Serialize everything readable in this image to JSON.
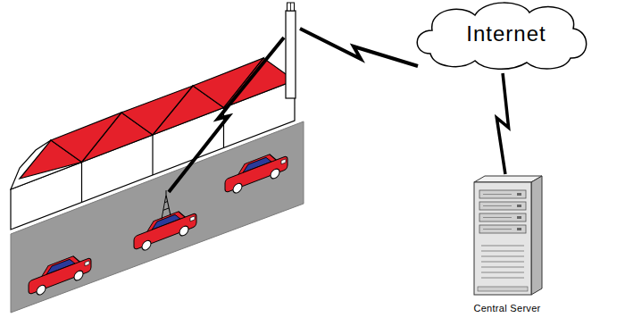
{
  "diagram": {
    "nodes": [
      {
        "text": [
          "Internet"
        ]
      },
      {
        "text": [
          "Central Server"
        ]
      }
    ],
    "edges": [
      {
        "from": 0,
        "to": 1,
        "arrow": "none"
      }
    ]
  }
}
